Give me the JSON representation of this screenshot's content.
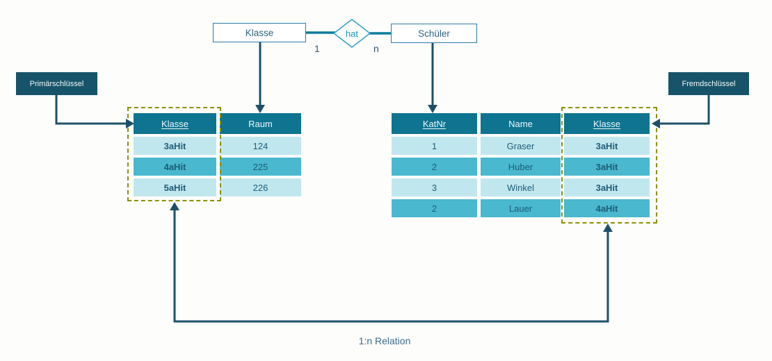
{
  "er": {
    "entities": {
      "left": "Klasse",
      "right": "Schüler"
    },
    "relation": {
      "label": "hat",
      "left_cardinality": "1",
      "right_cardinality": "n"
    }
  },
  "annotations": {
    "primary_key_label": "Primärschlüssel",
    "foreign_key_label": "Fremdschlüssel",
    "relation_caption": "1:n Relation"
  },
  "left_table": {
    "columns": [
      {
        "label": "Klasse",
        "key": true,
        "bold": true
      },
      {
        "label": "Raum",
        "key": false,
        "bold": false
      }
    ],
    "rows": [
      [
        "3aHit",
        "124"
      ],
      [
        "4aHit",
        "225"
      ],
      [
        "5aHit",
        "226"
      ]
    ]
  },
  "right_table": {
    "columns": [
      {
        "label": "KatNr",
        "key": true,
        "bold": false
      },
      {
        "label": "Name",
        "key": false,
        "bold": false
      },
      {
        "label": "Klasse",
        "key": true,
        "bold": true
      }
    ],
    "rows": [
      [
        "1",
        "Graser",
        "3aHit"
      ],
      [
        "2",
        "Huber",
        "3aHit"
      ],
      [
        "3",
        "Winkel",
        "3aHit"
      ],
      [
        "2",
        "Lauer",
        "4aHit"
      ]
    ]
  },
  "colors": {
    "header": "#0e7490",
    "row_light": "#c1e7ee",
    "row_dark": "#4ab8ce",
    "arrow": "#1d5068",
    "relation_line": "#0c7d9d",
    "label_box": "#175469",
    "key_outline": "#8b9000",
    "entity_border": "#2a7ca3"
  }
}
